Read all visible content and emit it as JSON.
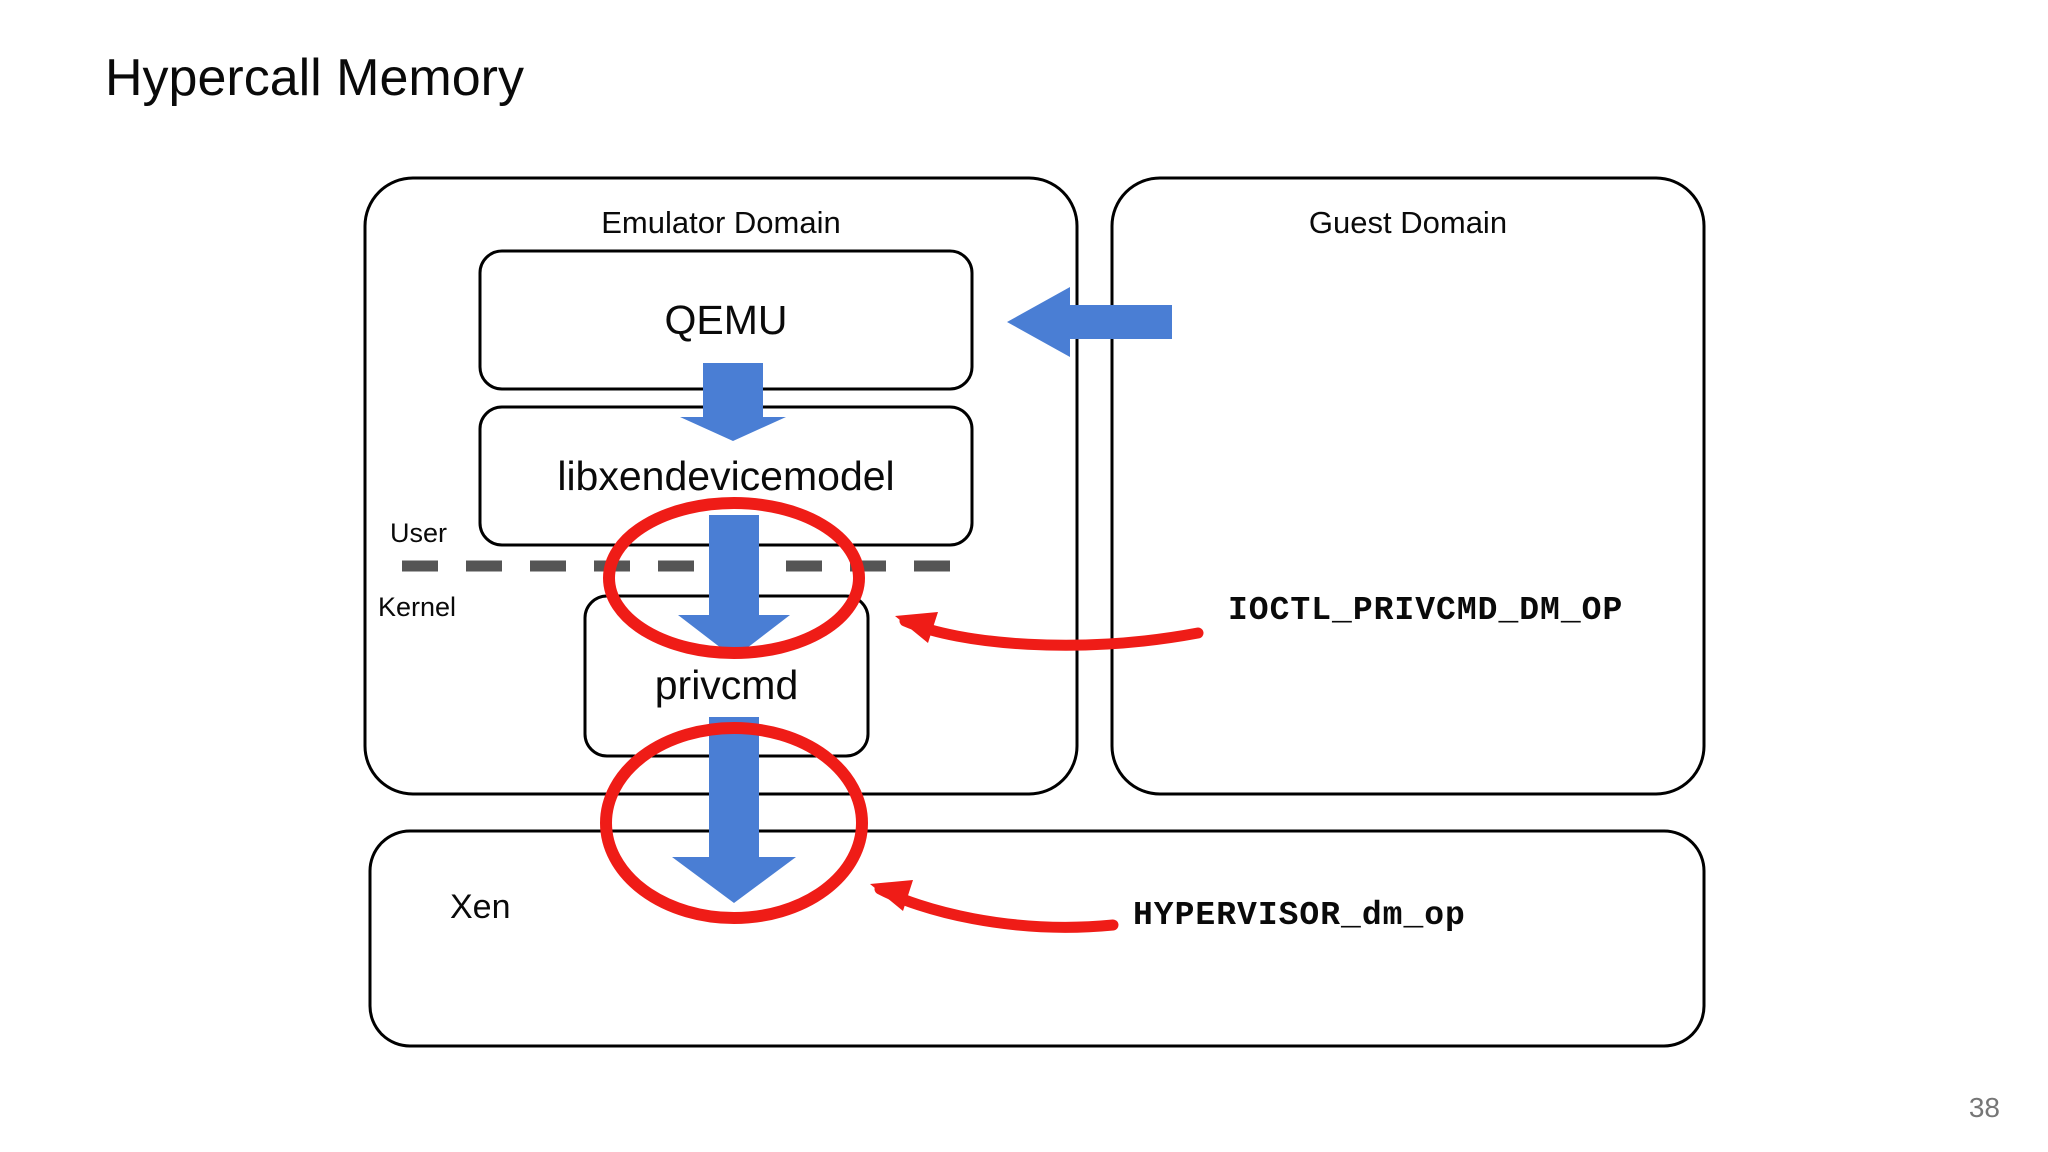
{
  "slide": {
    "title": "Hypercall Memory",
    "page_number": "38",
    "background_color": "#ffffff"
  },
  "colors": {
    "box_stroke": "#000000",
    "arrow_blue": "#4a7ed4",
    "highlight_red": "#ef1c17",
    "divider_gray": "#555555",
    "text": "#0a0a0a",
    "page_number": "#767676"
  },
  "domains": [
    {
      "id": "emulator-domain",
      "label": "Emulator Domain"
    },
    {
      "id": "guest-domain",
      "label": "Guest Domain"
    },
    {
      "id": "xen",
      "label": "Xen"
    }
  ],
  "components": [
    {
      "id": "qemu",
      "label": "QEMU"
    },
    {
      "id": "libxendevicemodel",
      "label": "libxendevicemodel"
    },
    {
      "id": "privcmd",
      "label": "privcmd"
    }
  ],
  "privilege_divider": {
    "upper_label": "User",
    "lower_label": "Kernel",
    "style": "dashed"
  },
  "annotations": [
    {
      "id": "ioctl-annotation",
      "label": "IOCTL_PRIVCMD_DM_OP",
      "points_to": "user-kernel-boundary-highlight"
    },
    {
      "id": "hypervisor-annotation",
      "label": "HYPERVISOR_dm_op",
      "points_to": "privcmd-xen-boundary-highlight"
    }
  ],
  "flow_arrows": [
    {
      "id": "guest-to-qemu",
      "direction": "left"
    },
    {
      "id": "qemu-to-libxendevicemodel",
      "direction": "down"
    },
    {
      "id": "libxendevicemodel-to-privcmd",
      "direction": "down"
    },
    {
      "id": "privcmd-to-xen",
      "direction": "down"
    }
  ],
  "highlights": [
    {
      "id": "user-kernel-boundary-highlight",
      "shape": "ellipse"
    },
    {
      "id": "privcmd-xen-boundary-highlight",
      "shape": "ellipse"
    }
  ]
}
